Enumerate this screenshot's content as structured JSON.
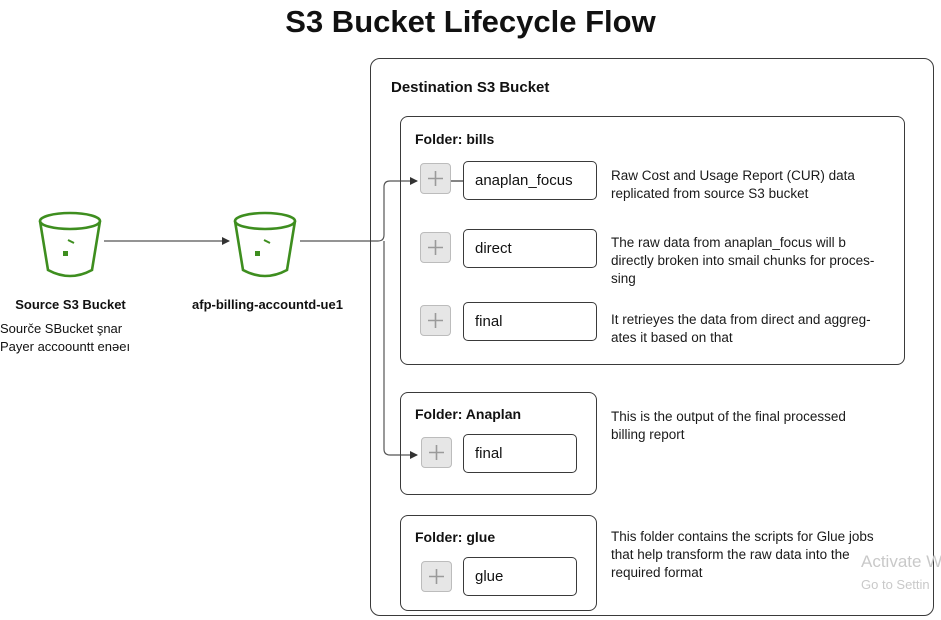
{
  "title": "S3 Bucket Lifecycle Flow",
  "source_bucket": {
    "icon": "s3-bucket-icon",
    "label": "Source S3 Bucket",
    "desc_line1": "Sourče SBucket şnar",
    "desc_line2": "Payer accoountt enǝeı"
  },
  "middle_bucket": {
    "icon": "s3-bucket-icon",
    "label": "afp-billing-accountd-ue1"
  },
  "destination": {
    "title": "Destination S3 Bucket",
    "folders": [
      {
        "label": "Folder: bills",
        "items": [
          {
            "name": "anaplan_focus",
            "desc_lines": [
              "Raw Cost and Usage Report (CUR) data",
              "replicated from source S3 bucket"
            ]
          },
          {
            "name": "direct",
            "desc_lines": [
              "The raw data from anaplan_focus will b",
              "directly broken into smail chunks for proces-",
              "sing"
            ]
          },
          {
            "name": "final",
            "desc_lines": [
              "It retrieyes the data from direct and aggreg-",
              "ates it based on that"
            ]
          }
        ]
      },
      {
        "label": "Folder: Anaplan",
        "items": [
          {
            "name": "final",
            "desc_lines": [
              "This is the output of the final processed",
              "billing report"
            ]
          }
        ]
      },
      {
        "label": "Folder: glue",
        "items": [
          {
            "name": "glue",
            "desc_lines": [
              "This folder contains the scripts for Glue jobs",
              "that help transform the raw data into the",
              "required format"
            ]
          }
        ]
      }
    ]
  },
  "watermark": {
    "line1": "Activate W",
    "line2": "Go to Settin"
  },
  "colors": {
    "bucket_green": "#3e8e1f",
    "border": "#3a3a3a",
    "plus_bg": "#e6e6e6"
  }
}
